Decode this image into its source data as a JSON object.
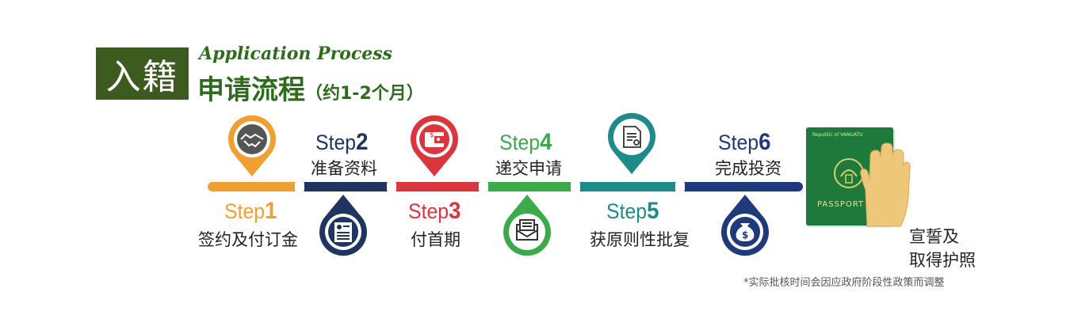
{
  "header": {
    "box_text": "入籍",
    "subtitle_en": "Application Process",
    "title_cn": "申请流程",
    "duration": "（约1-2个月）"
  },
  "steps": [
    {
      "word": "Step",
      "num": "1",
      "desc": "签约及付订金",
      "color": "#f0a030",
      "icon": "handshake-icon"
    },
    {
      "word": "Step",
      "num": "2",
      "desc": "准备资料",
      "color": "#1f3560",
      "icon": "document-icon"
    },
    {
      "word": "Step",
      "num": "3",
      "desc": "付首期",
      "color": "#d9363e",
      "icon": "wallet-icon"
    },
    {
      "word": "Step",
      "num": "4",
      "desc": "递交申请",
      "color": "#3aaa4a",
      "icon": "envelope-icon"
    },
    {
      "word": "Step",
      "num": "5",
      "desc": "获原则性批复",
      "color": "#1f8a8a",
      "icon": "certificate-icon"
    },
    {
      "word": "Step",
      "num": "6",
      "desc": "完成投资",
      "color": "#1f3a7a",
      "icon": "money-bag-icon"
    }
  ],
  "final": {
    "line1": "宣誓及",
    "line2": "取得护照",
    "passport_country": "Republic of VANUATU",
    "passport_word": "PASSPORT"
  },
  "footnote": "*实际批核时间会因应政府阶段性政策而调整"
}
